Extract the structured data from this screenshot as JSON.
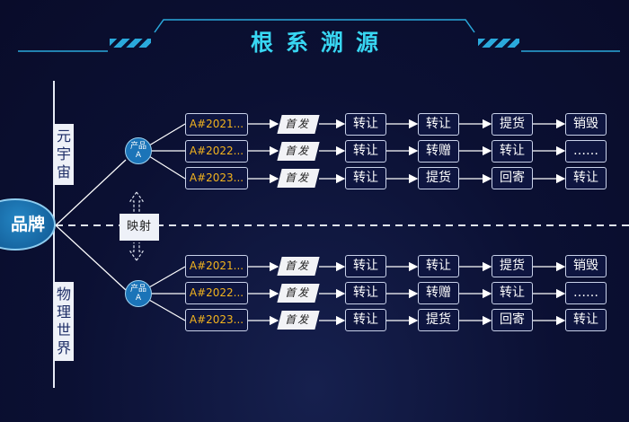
{
  "title": "根系溯源",
  "brand": "品牌",
  "worlds": {
    "metaverse": "元宇宙",
    "physical": "物理世界"
  },
  "product_label": {
    "line1": "产品",
    "line2": "A"
  },
  "mapping": "映射",
  "colors": {
    "background": "#0b1033",
    "title": "#38d6f2",
    "asset_text": "#f2b31e",
    "node": "#1b74b8",
    "line": "#ffffff"
  },
  "groups": [
    {
      "rows": [
        {
          "asset": "A#2021...",
          "issue": "首发",
          "steps": [
            "转让",
            "转让",
            "提货",
            "销毁"
          ]
        },
        {
          "asset": "A#2022...",
          "issue": "首发",
          "steps": [
            "转让",
            "转赠",
            "转让",
            "……"
          ]
        },
        {
          "asset": "A#2023...",
          "issue": "首发",
          "steps": [
            "转让",
            "提货",
            "回寄",
            "转让"
          ]
        }
      ]
    },
    {
      "rows": [
        {
          "asset": "A#2021...",
          "issue": "首发",
          "steps": [
            "转让",
            "转让",
            "提货",
            "销毁"
          ]
        },
        {
          "asset": "A#2022...",
          "issue": "首发",
          "steps": [
            "转让",
            "转赠",
            "转让",
            "……"
          ]
        },
        {
          "asset": "A#2023...",
          "issue": "首发",
          "steps": [
            "转让",
            "提货",
            "回寄",
            "转让"
          ]
        }
      ]
    }
  ]
}
